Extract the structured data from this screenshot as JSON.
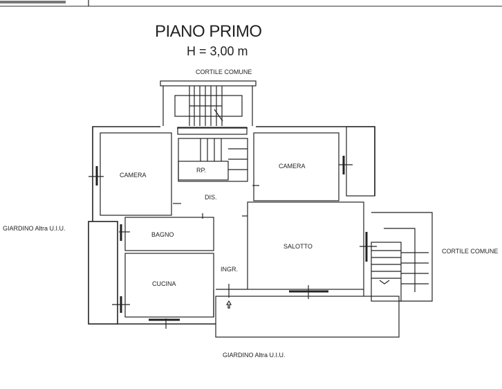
{
  "title": "PIANO PRIMO",
  "height_label": "H = 3,00 m",
  "surroundings": {
    "top": "CORTILE COMUNE",
    "right": "CORTILE COMUNE",
    "left": "GIARDINO Altra U.I.U.",
    "bottom": "GIARDINO Altra U.I.U."
  },
  "rooms": {
    "camera_left": "CAMERA",
    "camera_right": "CAMERA",
    "rp": "RP.",
    "dis": "DIS.",
    "bagno": "BAGNO",
    "salotto": "SALOTTO",
    "ingr": "INGR.",
    "cucina": "CUCINA"
  }
}
